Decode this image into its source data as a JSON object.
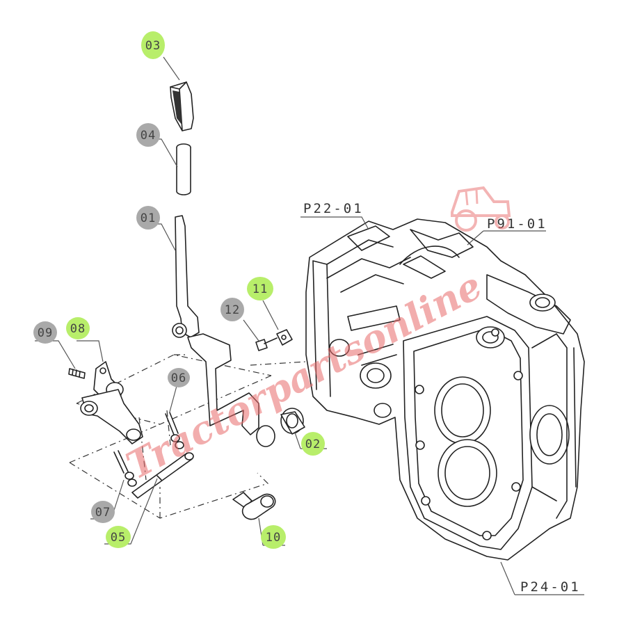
{
  "callouts": [
    {
      "id": "c03",
      "text": "03",
      "color": "green"
    },
    {
      "id": "c04",
      "text": "04",
      "color": "gray"
    },
    {
      "id": "c01",
      "text": "01",
      "color": "gray"
    },
    {
      "id": "c11",
      "text": "11",
      "color": "green"
    },
    {
      "id": "c12",
      "text": "12",
      "color": "gray"
    },
    {
      "id": "c09",
      "text": "09",
      "color": "gray"
    },
    {
      "id": "c08",
      "text": "08",
      "color": "green"
    },
    {
      "id": "c06",
      "text": "06",
      "color": "gray"
    },
    {
      "id": "c02",
      "text": "02",
      "color": "green"
    },
    {
      "id": "c07",
      "text": "07",
      "color": "gray"
    },
    {
      "id": "c05",
      "text": "05",
      "color": "green"
    },
    {
      "id": "c10",
      "text": "10",
      "color": "green"
    }
  ],
  "references": {
    "p22": "P22-01",
    "p91": "P91-01",
    "p24": "P24-01"
  },
  "watermark": {
    "text": "Tractorpartsonline",
    "color": "#e86b6b"
  },
  "colors": {
    "green_bubble": "#b8ee6a",
    "gray_bubble": "#a9a9a9",
    "line": "#222222"
  }
}
